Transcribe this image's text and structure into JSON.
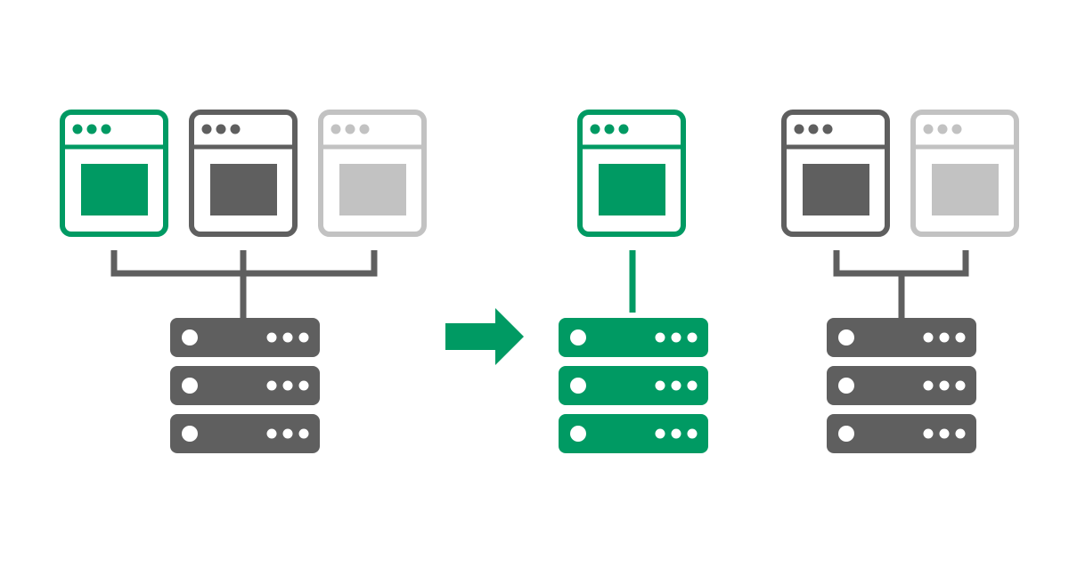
{
  "colors": {
    "green": "#009a63",
    "dark": "#5f5f5f",
    "light": "#c2c2c2",
    "background": "#ffffff"
  },
  "icons": {
    "window": "browser-window-icon",
    "server": "server-rack-icon",
    "arrow": "arrow-right-icon"
  },
  "before": {
    "apps": [
      {
        "name": "app-green",
        "color": "green"
      },
      {
        "name": "app-dark",
        "color": "dark"
      },
      {
        "name": "app-light",
        "color": "light"
      }
    ],
    "server": {
      "color": "dark",
      "units": 3
    },
    "connector_color": "dark"
  },
  "transition": {
    "icon": "arrow",
    "color": "green"
  },
  "after": [
    {
      "apps": [
        {
          "name": "app-green",
          "color": "green"
        }
      ],
      "server": {
        "color": "green",
        "units": 3
      },
      "connector_color": "green"
    },
    {
      "apps": [
        {
          "name": "app-dark",
          "color": "dark"
        },
        {
          "name": "app-light",
          "color": "light"
        }
      ],
      "server": {
        "color": "dark",
        "units": 3
      },
      "connector_color": "dark"
    }
  ]
}
